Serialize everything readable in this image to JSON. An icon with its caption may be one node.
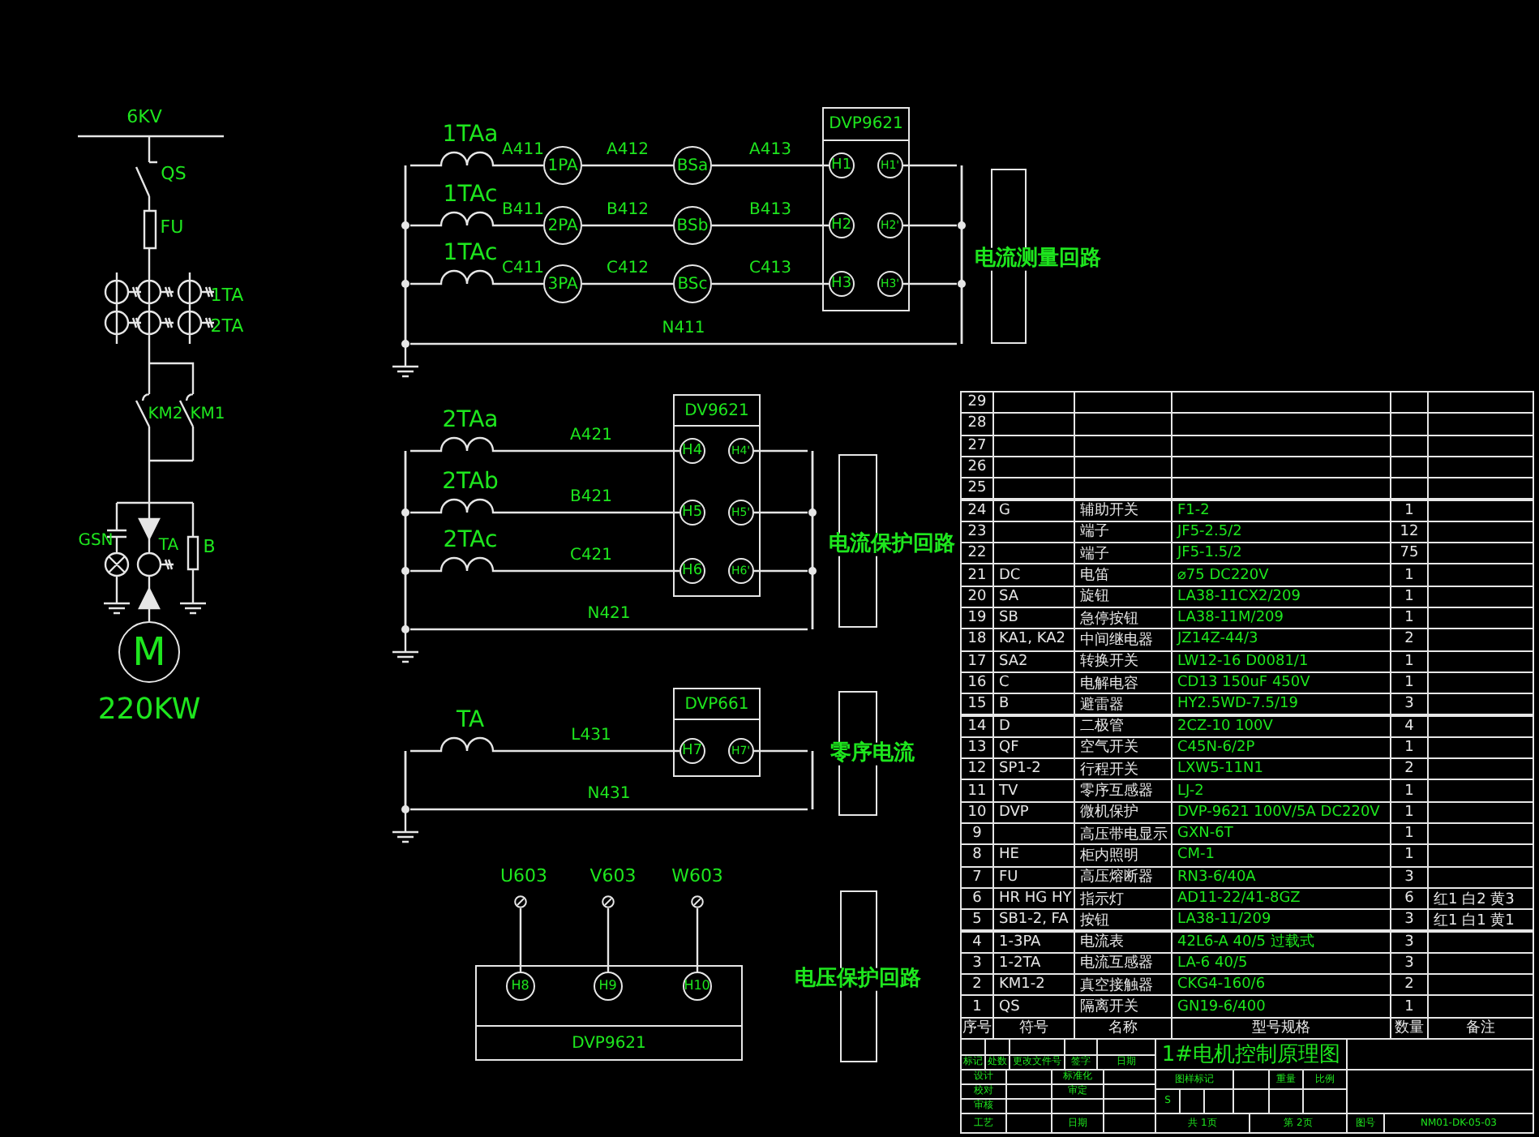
{
  "diagram": {
    "nodes": [
      {
        "text": [
          "M"
        ],
        "beside": [
          "220KW"
        ]
      },
      {
        "text": [
          "1PA"
        ]
      },
      {
        "text": [
          "2PA"
        ]
      },
      {
        "text": [
          "3PA"
        ]
      },
      {
        "text": [
          "BSa"
        ]
      },
      {
        "text": [
          "BSb"
        ]
      },
      {
        "text": [
          "BSc"
        ]
      },
      {
        "text": [
          "DVP9621"
        ]
      },
      {
        "text": [
          "H1"
        ],
        "in": 7
      },
      {
        "text": [
          "H1'"
        ],
        "in": 7
      },
      {
        "text": [
          "H2"
        ],
        "in": 7
      },
      {
        "text": [
          "H2'"
        ],
        "in": 7
      },
      {
        "text": [
          "H3"
        ],
        "in": 7
      },
      {
        "text": [
          "H3'"
        ],
        "in": 7
      },
      {
        "text": [
          "电流测量回路"
        ]
      },
      {
        "text": [
          "DV9621"
        ]
      },
      {
        "text": [
          "H4"
        ],
        "in": 15
      },
      {
        "text": [
          "H4'"
        ],
        "in": 15
      },
      {
        "text": [
          "H5"
        ],
        "in": 15
      },
      {
        "text": [
          "H5'"
        ],
        "in": 15
      },
      {
        "text": [
          "H6"
        ],
        "in": 15
      },
      {
        "text": [
          "H6'"
        ],
        "in": 15
      },
      {
        "text": [
          "电流保护回路"
        ]
      },
      {
        "text": [
          "DVP661"
        ]
      },
      {
        "text": [
          "H7"
        ],
        "in": 23
      },
      {
        "text": [
          "H7'"
        ],
        "in": 23
      },
      {
        "text": [
          "零序电流"
        ]
      },
      {
        "text": [],
        "shape": "circle"
      },
      {
        "text": [],
        "shape": "circle"
      },
      {
        "text": [],
        "shape": "circle"
      },
      {
        "text": [
          "DVP9621"
        ]
      },
      {
        "text": [
          "H8"
        ],
        "in": 30
      },
      {
        "text": [
          "H9"
        ],
        "in": 30
      },
      {
        "text": [
          "H10"
        ],
        "in": 30
      },
      {
        "text": [
          "电压保护回路"
        ]
      },
      {
        "text": [
          "1TAa"
        ]
      },
      {
        "text": [
          "1TAc"
        ]
      },
      {
        "text": [
          "1TAc"
        ]
      },
      {
        "text": [],
        "shape": "bar"
      },
      {
        "text": [],
        "shape": "bar"
      },
      {
        "text": [
          "2TAa"
        ]
      },
      {
        "text": [
          "2TAb"
        ]
      },
      {
        "text": [
          "2TAc"
        ]
      },
      {
        "text": [],
        "shape": "bar"
      },
      {
        "text": [],
        "shape": "bar"
      },
      {
        "text": [
          "TA"
        ]
      },
      {
        "text": [],
        "shape": "bar"
      },
      {
        "text": [],
        "shape": "bar"
      }
    ],
    "edges": [
      {
        "from": 38,
        "to": 35,
        "arrow": "none"
      },
      {
        "from": 35,
        "to": 1,
        "arrow": "none",
        "label": "A411"
      },
      {
        "from": 1,
        "to": 4,
        "arrow": "none",
        "label": "A412"
      },
      {
        "from": 4,
        "to": 8,
        "arrow": "none",
        "label": "A413"
      },
      {
        "from": 9,
        "to": 39,
        "arrow": "none"
      },
      {
        "from": 38,
        "to": 36,
        "arrow": "none"
      },
      {
        "from": 36,
        "to": 2,
        "arrow": "none",
        "label": "B411"
      },
      {
        "from": 2,
        "to": 5,
        "arrow": "none",
        "label": "B412"
      },
      {
        "from": 5,
        "to": 10,
        "arrow": "none",
        "label": "B413"
      },
      {
        "from": 11,
        "to": 39,
        "arrow": "none"
      },
      {
        "from": 38,
        "to": 37,
        "arrow": "none"
      },
      {
        "from": 37,
        "to": 3,
        "arrow": "none",
        "label": "C411"
      },
      {
        "from": 3,
        "to": 6,
        "arrow": "none",
        "label": "C412"
      },
      {
        "from": 6,
        "to": 12,
        "arrow": "none",
        "label": "C413"
      },
      {
        "from": 13,
        "to": 39,
        "arrow": "none"
      },
      {
        "from": 38,
        "to": 39,
        "arrow": "none",
        "label": "N411"
      },
      {
        "from": 43,
        "to": 40,
        "arrow": "none"
      },
      {
        "from": 40,
        "to": 16,
        "arrow": "none",
        "label": "A421"
      },
      {
        "from": 17,
        "to": 44,
        "arrow": "none"
      },
      {
        "from": 43,
        "to": 41,
        "arrow": "none"
      },
      {
        "from": 41,
        "to": 18,
        "arrow": "none",
        "label": "B421"
      },
      {
        "from": 19,
        "to": 44,
        "arrow": "none"
      },
      {
        "from": 43,
        "to": 42,
        "arrow": "none"
      },
      {
        "from": 42,
        "to": 20,
        "arrow": "none",
        "label": "C421"
      },
      {
        "from": 21,
        "to": 44,
        "arrow": "none"
      },
      {
        "from": 43,
        "to": 44,
        "arrow": "none",
        "label": "N421"
      },
      {
        "from": 46,
        "to": 45,
        "arrow": "none"
      },
      {
        "from": 45,
        "to": 24,
        "arrow": "none",
        "label": "L431"
      },
      {
        "from": 25,
        "to": 47,
        "arrow": "none"
      },
      {
        "from": 46,
        "to": 47,
        "arrow": "none",
        "label": "N431"
      },
      {
        "from": 27,
        "to": 31,
        "arrow": "none"
      },
      {
        "from": 28,
        "to": 32,
        "arrow": "none"
      },
      {
        "from": 29,
        "to": 33,
        "arrow": "none"
      }
    ],
    "labels": [
      "6KV",
      "QS",
      "FU",
      "1TA",
      "2TA",
      "KM2",
      "KM1",
      "GSN",
      "TA",
      "B",
      "U603",
      "V603",
      "W603",
      "29",
      "28",
      "27",
      "26",
      "25",
      "24",
      "G",
      "辅助开关",
      "F1-2",
      "1",
      "23",
      "端子",
      "JF5-2.5/2",
      "12",
      "22",
      "端子",
      "JF5-1.5/2",
      "75",
      "21",
      "DC",
      "电笛",
      "⌀75 DC220V",
      "1",
      "20",
      "SA",
      "旋钮",
      "LA38-11CX2/209",
      "1",
      "19",
      "SB",
      "急停按钮",
      "LA38-11M/209",
      "1",
      "18",
      "KA1, KA2",
      "中间继电器",
      "JZ14Z-44/3",
      "2",
      "17",
      "SA2",
      "转换开关",
      "LW12-16 D0081/1",
      "1",
      "16",
      "C",
      "电解电容",
      "CD13 150uF 450V",
      "1",
      "15",
      "B",
      "避雷器",
      "HY2.5WD-7.5/19",
      "3",
      "14",
      "D",
      "二极管",
      "2CZ-10 100V",
      "4",
      "13",
      "QF",
      "空气开关",
      "C45N-6/2P",
      "1",
      "12",
      "SP1-2",
      "行程开关",
      "LXW5-11N1",
      "2",
      "11",
      "TV",
      "零序互感器",
      "LJ-2",
      "1",
      "10",
      "DVP",
      "微机保护",
      "DVP-9621 100V/5A DC220V",
      "1",
      "9",
      "高压带电显示",
      "GXN-6T",
      "1",
      "8",
      "HE",
      "柜内照明",
      "CM-1",
      "1",
      "7",
      "FU",
      "高压熔断器",
      "RN3-6/40A",
      "3",
      "6",
      "HR HG HY",
      "指示灯",
      "AD11-22/41-8GZ",
      "6",
      "红1 白2 黄3",
      "5",
      "SB1-2, FA",
      "按钮",
      "LA38-11/209",
      "3",
      "红1 白1 黄1",
      "4",
      "1-3PA",
      "电流表",
      "42L6-A 40/5 过载式",
      "3",
      "3",
      "1-2TA",
      "电流互感器",
      "LA-6 40/5",
      "3",
      "2",
      "KM1-2",
      "真空接触器",
      "CKG4-160/6",
      "2",
      "1",
      "QS",
      "隔离开关",
      "GN19-6/400",
      "1",
      "序号",
      "符号",
      "名称",
      "型号规格",
      "数量",
      "备注",
      "标记",
      "处数",
      "更改文件号",
      "签字",
      "日期",
      "设计",
      "标准化",
      "校对",
      "审定",
      "审核",
      "工艺",
      "日期",
      "1#电机控制原理图",
      "图样标记",
      "重量",
      "比例",
      "S",
      "共 1页",
      "第 2页",
      "图号",
      "NM01-DK-05-03"
    ]
  }
}
